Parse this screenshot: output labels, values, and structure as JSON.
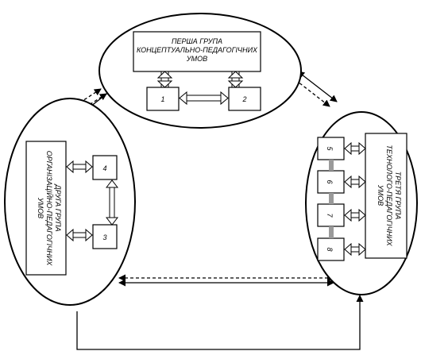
{
  "groups": {
    "first": {
      "title_line1": "ПЕРША ГРУПА",
      "title_line2": "КОНЦЕПТУАЛЬНО-ПЕДАГОГІЧНИХ",
      "title_line3": "УМОВ"
    },
    "second": {
      "title_line1": "ДРУГА ГРУПА",
      "title_line2": "ОРГАНІЗАЦІЙНО-ПЕДАГОГІЧНИХ",
      "title_line3": "УМОВ"
    },
    "third": {
      "title_line1": "ТРЕТЯ ГРУПА",
      "title_line2": "ТЕХНОЛОГО-ПЕДАГОГІЧНИХ",
      "title_line3": "УМОВ"
    }
  },
  "boxes": {
    "b1": "1",
    "b2": "2",
    "b3": "3",
    "b4": "4",
    "b5": "5",
    "b6": "6",
    "b7": "7",
    "b8": "8"
  }
}
